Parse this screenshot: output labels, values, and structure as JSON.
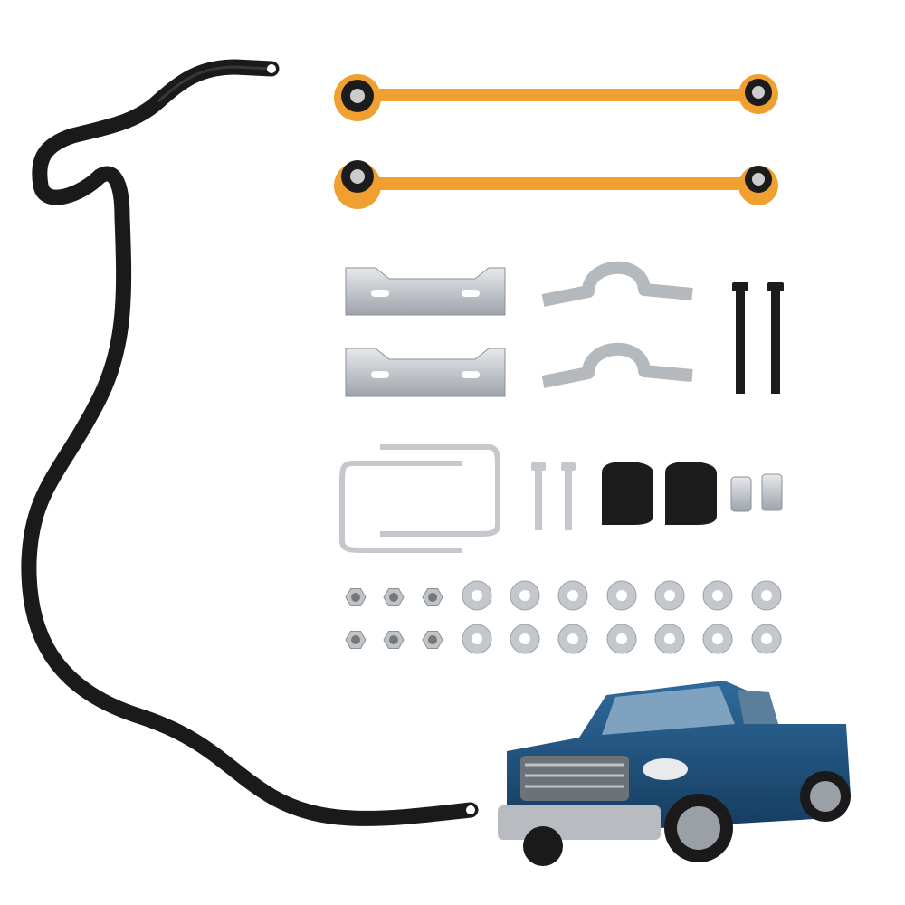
{
  "colors": {
    "background": "#ffffff",
    "sway_bar": "#1a1a1a",
    "end_links": "#f0a030",
    "hardware": "#c8ccd0",
    "bushings": "#1c1c1c",
    "truck_body": "#1f4f7a"
  },
  "parts": [
    "sway-bar",
    "end-links",
    "brackets",
    "bushing-clamps",
    "long-bolts",
    "u-bolts",
    "short-bolts",
    "bushings",
    "spacers",
    "nuts",
    "washers",
    "truck-photo"
  ]
}
